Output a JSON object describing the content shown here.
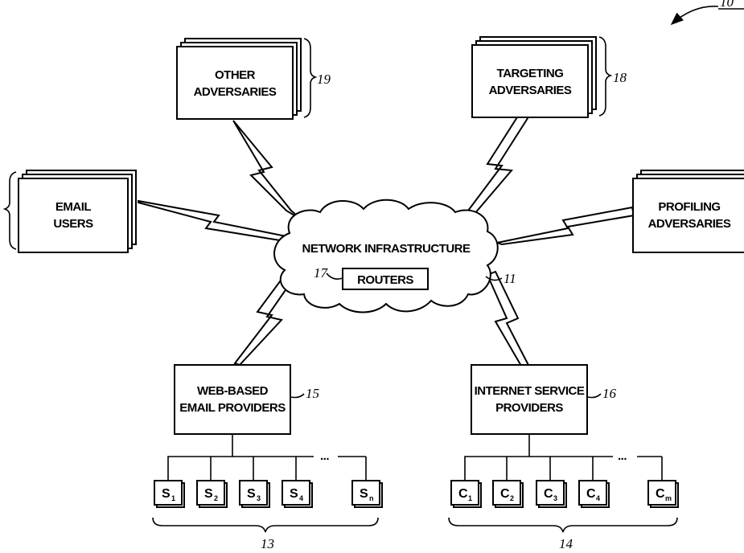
{
  "figure_ref": "10",
  "network": {
    "label": "NETWORK INFRASTRUCTURE",
    "ref": "11"
  },
  "routers": {
    "label": "ROUTERS",
    "ref": "17"
  },
  "other_adversaries": {
    "line1": "OTHER",
    "line2": "ADVERSARIES",
    "ref": "19"
  },
  "targeting_adversaries": {
    "line1": "TARGETING",
    "line2": "ADVERSARIES",
    "ref": "18"
  },
  "email_users": {
    "line1": "EMAIL",
    "line2": "USERS"
  },
  "profiling_adversaries": {
    "line1": "PROFILING",
    "line2": "ADVERSARIES"
  },
  "web_email_providers": {
    "line1": "WEB-BASED",
    "line2": "EMAIL PROVIDERS",
    "ref": "15"
  },
  "isps": {
    "line1": "INTERNET SERVICE",
    "line2": "PROVIDERS",
    "ref": "16"
  },
  "servers": {
    "items": [
      [
        "S",
        "1"
      ],
      [
        "S",
        "2"
      ],
      [
        "S",
        "3"
      ],
      [
        "S",
        "4"
      ],
      [
        "S",
        "n"
      ]
    ],
    "ellipsis": "...",
    "ref": "13"
  },
  "clients": {
    "items": [
      [
        "C",
        "1"
      ],
      [
        "C",
        "2"
      ],
      [
        "C",
        "3"
      ],
      [
        "C",
        "4"
      ],
      [
        "C",
        "m"
      ]
    ],
    "ellipsis": "...",
    "ref": "14"
  }
}
